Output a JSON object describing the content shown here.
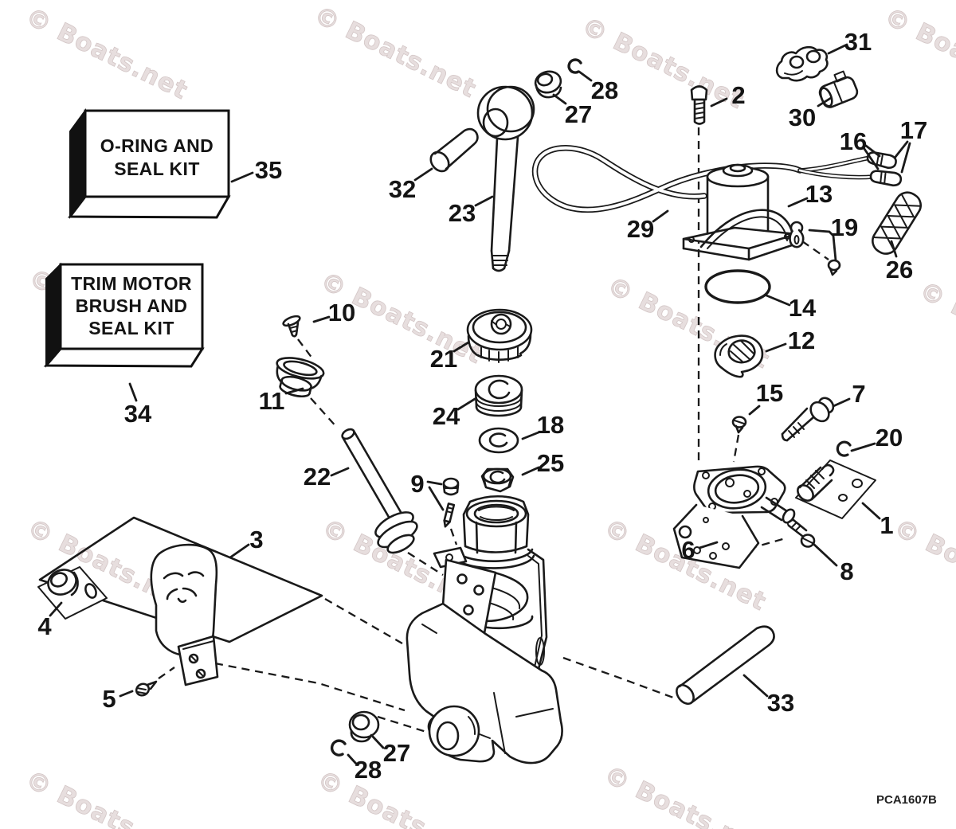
{
  "watermark": {
    "text": "© Boats.net"
  },
  "drawing_code": "PCA1607B",
  "kit_boxes": [
    {
      "name": "o-ring-and-seal-kit",
      "lines": [
        "O-RING AND",
        "SEAL KIT"
      ],
      "callout": "35"
    },
    {
      "name": "trim-motor-brush-and-seal-kit",
      "lines": [
        "TRIM MOTOR",
        "BRUSH AND",
        "SEAL KIT"
      ],
      "callout": "34"
    }
  ],
  "callouts": {
    "n1": "1",
    "n2": "2",
    "n3": "3",
    "n4": "4",
    "n5": "5",
    "n6": "6",
    "n7": "7",
    "n8": "8",
    "n9": "9",
    "n10": "10",
    "n11": "11",
    "n12": "12",
    "n13": "13",
    "n14": "14",
    "n15": "15",
    "n16": "16",
    "n17": "17",
    "n18": "18",
    "n19": "19",
    "n20": "20",
    "n21": "21",
    "n22": "22",
    "n23": "23",
    "n24": "24",
    "n25": "25",
    "n26": "26",
    "n27_top": "27",
    "n28_top": "28",
    "n27_bottom": "27",
    "n28_bottom": "28",
    "n29": "29",
    "n30": "30",
    "n31": "31",
    "n32": "32",
    "n33": "33"
  }
}
